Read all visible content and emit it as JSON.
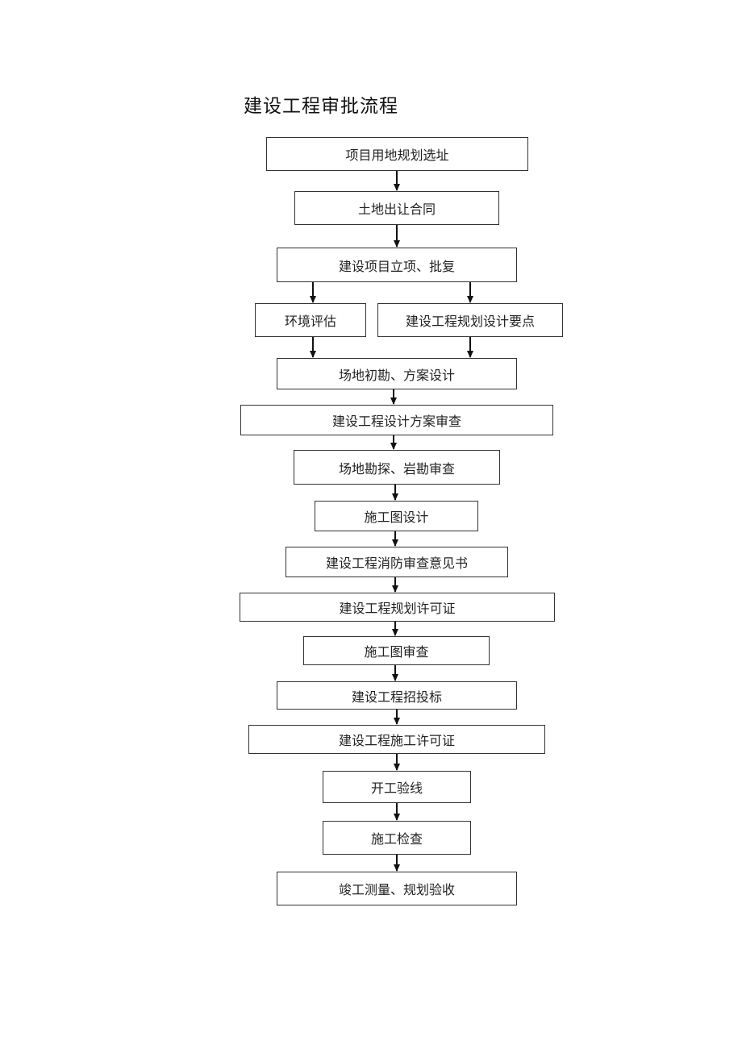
{
  "title": "建设工程审批流程",
  "steps": {
    "site_selection": "项目用地规划选址",
    "land_transfer": "土地出让合同",
    "project_approval": "建设项目立项、批复",
    "env_assessment": "环境评估",
    "planning_points": "建设工程规划设计要点",
    "site_survey_scheme": "场地初勘、方案设计",
    "scheme_review": "建设工程设计方案审查",
    "geo_review": "场地勘探、岩勘审查",
    "construction_drawing": "施工图设计",
    "fire_review": "建设工程消防审查意见书",
    "planning_permit": "建设工程规划许可证",
    "drawing_review": "施工图审查",
    "bidding": "建设工程招投标",
    "construction_permit": "建设工程施工许可证",
    "setting_out": "开工验线",
    "inspection": "施工检查",
    "completion_acceptance": "竣工测量、规划验收"
  }
}
